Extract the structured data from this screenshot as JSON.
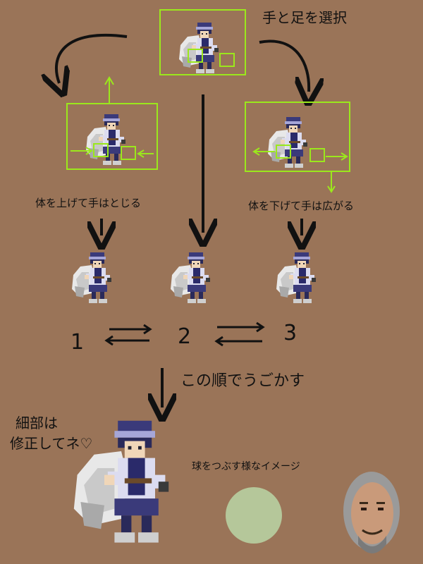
{
  "colors": {
    "background": "#9a7458",
    "ink": "#111111",
    "select_box": "#9be81c",
    "circle_fill": "#b5c79a"
  },
  "labels": {
    "select_parts": "手と足を選択",
    "raise_body": "体を上げて手はとじる",
    "lower_body": "体を下げて手は広がる",
    "order": "この順でうごかす",
    "fix_details_line1": "細部は",
    "fix_details_line2": "修正してネ♡",
    "ball_image": "球をつぶす様なイメージ"
  },
  "steps": [
    "1",
    "2",
    "3"
  ],
  "icons": {
    "sprite": "character-sprite",
    "face": "face-portrait-icon",
    "ball": "squashed-ball-circle"
  }
}
